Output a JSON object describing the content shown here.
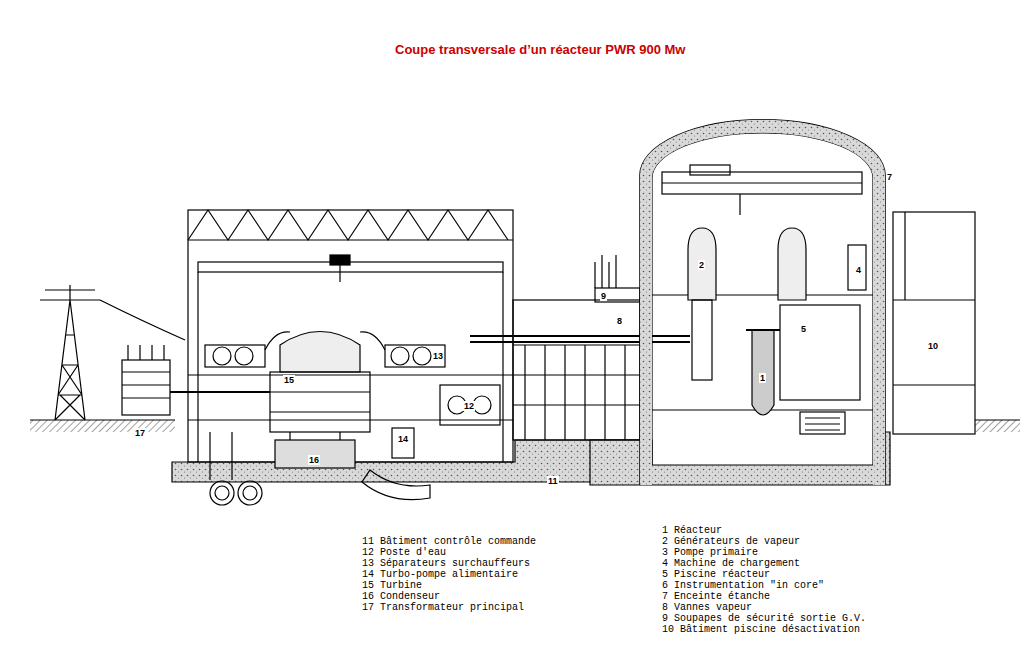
{
  "diagram": {
    "title": "Coupe transversale d’un réacteur PWR 900 Mw",
    "labels": [
      "7",
      "2",
      "4",
      "9",
      "8",
      "5",
      "10",
      "1",
      "13",
      "15",
      "12",
      "14",
      "16",
      "11",
      "17",
      "11 Bâtiment contrôle commande",
      "12 Poste d'eau",
      "13 Séparateurs surchauffeurs",
      "14 Turbo-pompe alimentaire",
      "15 Turbine",
      "16 Condenseur",
      "17 Transformateur principal",
      "1 Réacteur",
      "2 Générateurs de vapeur",
      "3 Pompe primaire",
      "4 Machine de chargement",
      "5 Piscine réacteur",
      "6 Instrumentation \"in core\"",
      "7 Enceinte étanche",
      "8 Vannes vapeur",
      "9 Soupapes de sécurité sortie G.V.",
      "10 Bâtiment piscine désactivation"
    ]
  }
}
